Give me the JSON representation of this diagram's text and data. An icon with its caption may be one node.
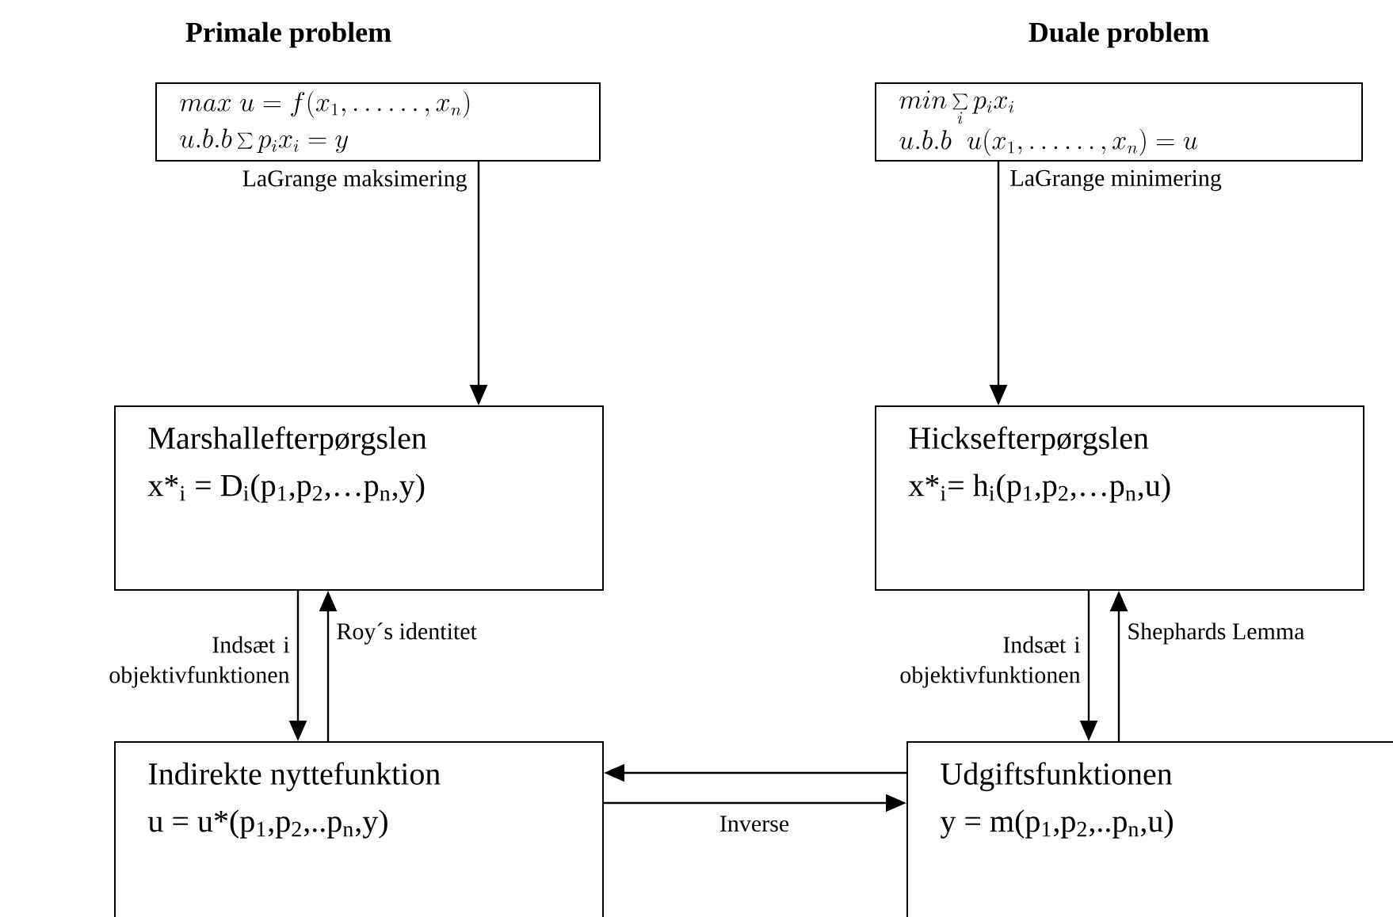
{
  "diagram": {
    "nodes": [
      {
        "text": [
          "Primale problem",
          "max\\; u = f(x_1,\\ldots\\ldots,x_n)",
          "u.b.b\\sum p_i x_i = y"
        ]
      },
      {
        "text": [
          "Duale problem",
          "min\\sum\\limits_i p_i x_i",
          "u.b.b\\;\\; u(x_1,\\ldots\\ldots,x_n) = u"
        ]
      },
      {
        "text": [
          "Marshallefterpørgslen",
          "x*$_{i}$ = D$_{i}$(p$_{1}$,p$_{2}$,…p$_{n}$,y)"
        ]
      },
      {
        "text": [
          "Hicksefterpørgslen",
          "x*$_{i}$= h$_{i}$(p$_{1}$,p$_{2}$,…p$_{n}$,u)"
        ]
      },
      {
        "text": [
          "Indirekte nyttefunktion",
          "u = u*(p$_{1}$,p$_{2}$,..p$_{n}$,y)"
        ]
      },
      {
        "text": [
          "Udgiftsfunktionen",
          "y = m(p$_{1}$,p$_{2}$,..p$_{n}$,u)"
        ]
      }
    ],
    "edges": [
      {
        "from": 0,
        "to": 2,
        "arrow": "to",
        "label": "LaGrange maksimering"
      },
      {
        "from": 1,
        "to": 3,
        "arrow": "to",
        "label": "LaGrange minimering"
      },
      {
        "from": 2,
        "to": 4,
        "arrow": "to",
        "label": "Indsæt i objektivfunktionen"
      },
      {
        "from": 4,
        "to": 2,
        "arrow": "to",
        "label": "Roy´s identitet"
      },
      {
        "from": 3,
        "to": 5,
        "arrow": "to",
        "label": "Indsæt i objektivfunktionen"
      },
      {
        "from": 5,
        "to": 3,
        "arrow": "to",
        "label": "Shephards Lemma"
      },
      {
        "from": 5,
        "to": 4,
        "arrow": "to"
      },
      {
        "from": 4,
        "to": 5,
        "arrow": "to",
        "label": "Inverse"
      }
    ]
  }
}
